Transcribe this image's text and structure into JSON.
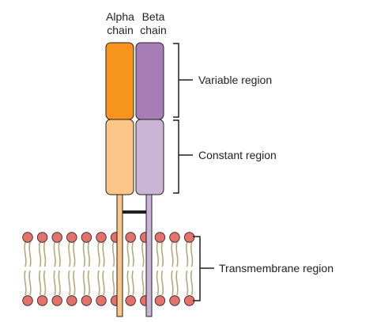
{
  "labels": {
    "alpha_chain": "Alpha\nchain",
    "beta_chain": "Beta\nchain",
    "variable_region": "Variable region",
    "constant_region": "Constant region",
    "transmembrane_region": "Transmembrane region"
  },
  "colors": {
    "alpha_variable": "#f7941d",
    "alpha_constant": "#fdc689",
    "beta_variable": "#a67eb5",
    "beta_constant": "#cbb5d6",
    "lipid_head": "#e3736a",
    "lipid_tail": "#b5a97a",
    "outline": "#231f20"
  }
}
